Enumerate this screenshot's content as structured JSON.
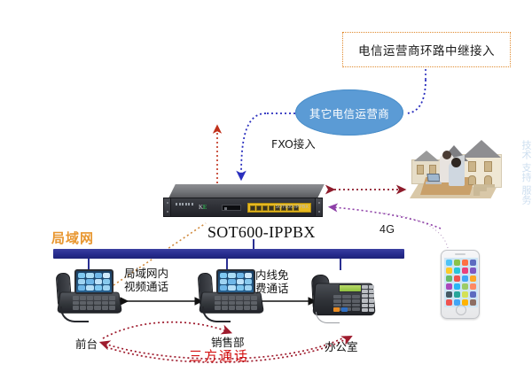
{
  "diagram": {
    "title_box": {
      "text": "电信运营商环路中继接入"
    },
    "operator_cloud": {
      "text": "其它电信运营商"
    },
    "labels": {
      "fxo": "FXO接入",
      "lan": "局域网",
      "device": "SOT600-IPPBX",
      "mobile_link": "4G",
      "lan_video": "局域网内\n视频通话",
      "lan_video_line1": "局域网内",
      "lan_video_line2": "视频通话",
      "free_line_line1": "内线免",
      "free_line_line2": "费通话",
      "three_way": "三方通话"
    },
    "endpoints": {
      "reception": "前台",
      "sales": "销售部",
      "office": "办公室"
    },
    "device": {
      "brand": "KE",
      "model_text": "SOT600-IPPBX",
      "port_count": 8
    },
    "watermark": "技术\n支持\n服务"
  },
  "colors": {
    "cloud_fill": "#5b9bd5",
    "lan_bar": "#272c8e",
    "lan_label": "#e8962f",
    "three_way": "#d41111",
    "callout_border": "#e08a2e",
    "blue_arrow": "#2a2fbe",
    "red_arrow": "#c0301a",
    "dark_red_arrow": "#8e1b2b",
    "purple_arrow": "#8e3fa8",
    "orange_dotted": "#d08a3c",
    "port_yellow": "#e8b920"
  }
}
